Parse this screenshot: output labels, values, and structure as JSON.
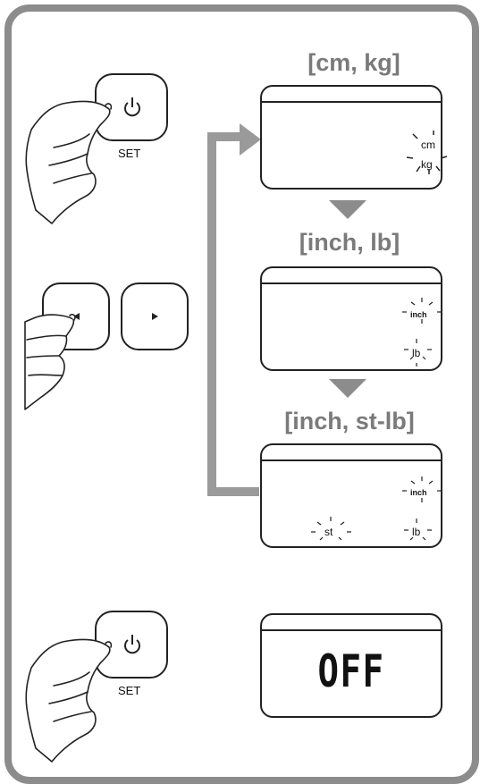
{
  "steps": {
    "cm_kg": {
      "caption": "[cm, kg]",
      "unit_top": "cm",
      "unit_bottom": "kg"
    },
    "inch_lb": {
      "caption": "[inch, lb]",
      "unit_top": "inch",
      "unit_bottom": "lb"
    },
    "inch_st_lb": {
      "caption": "[inch, st-lb]",
      "unit_top": "inch",
      "unit_left": "st",
      "unit_bottom": "lb"
    },
    "off": {
      "display": "OFF"
    }
  },
  "buttons": {
    "set_label": "SET",
    "power_icon": "power-icon",
    "left_icon": "triangle-left-icon",
    "right_icon": "triangle-right-icon"
  },
  "colors": {
    "frame": "#8c8c8c",
    "arrow": "#9a9a9a",
    "caption": "#7a7a7a",
    "ink": "#222222"
  }
}
